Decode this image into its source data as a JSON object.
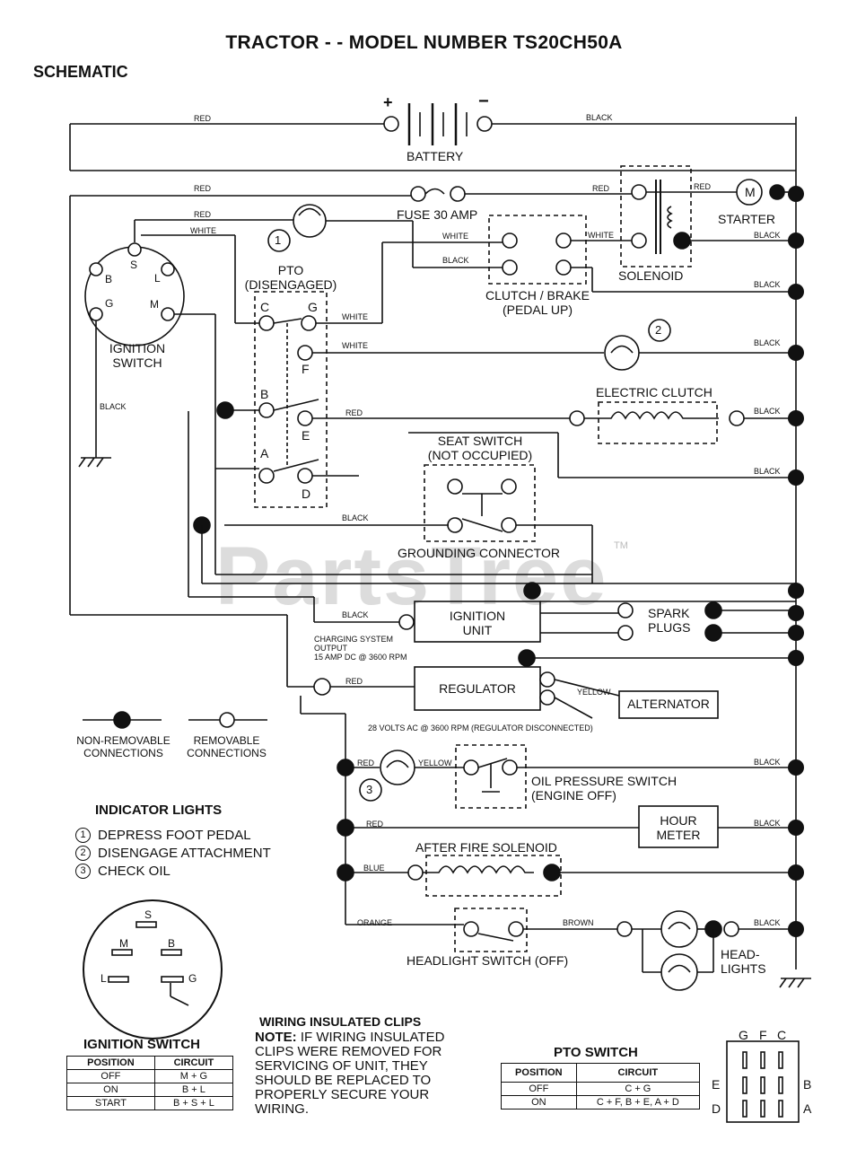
{
  "title": "TRACTOR - - MODEL NUMBER TS20CH50A",
  "section": "SCHEMATIC",
  "watermark": "PartsTree",
  "watermark_tm": "TM",
  "battery": {
    "label": "BATTERY",
    "plus": "+",
    "minus": "−"
  },
  "fuse": "FUSE 30 AMP",
  "starter": {
    "label": "STARTER",
    "symbol": "M"
  },
  "solenoid": "SOLENOID",
  "clutch_brake": {
    "line1": "CLUTCH / BRAKE",
    "line2": "(PEDAL UP)"
  },
  "ignition_switch": {
    "line1": "IGNITION",
    "line2": "SWITCH",
    "terminals": [
      "S",
      "L",
      "B",
      "M",
      "G"
    ]
  },
  "pto": {
    "line1": "PTO",
    "line2": "(DISENGAGED)",
    "terminals": [
      "C",
      "G",
      "F",
      "B",
      "E",
      "A",
      "D"
    ]
  },
  "electric_clutch": "ELECTRIC CLUTCH",
  "seat_switch": {
    "line1": "SEAT SWITCH",
    "line2": "(NOT OCCUPIED)"
  },
  "grounding_connector": "GROUNDING CONNECTOR",
  "ignition_unit": {
    "line1": "IGNITION",
    "line2": "UNIT"
  },
  "spark_plugs": {
    "line1": "SPARK",
    "line2": "PLUGS"
  },
  "charging": {
    "line1": "CHARGING SYSTEM",
    "line2": "OUTPUT",
    "line3": "15 AMP DC @ 3600 RPM"
  },
  "regulator": "REGULATOR",
  "alternator": "ALTERNATOR",
  "ac_note": "28 VOLTS AC @ 3600 RPM (REGULATOR DISCONNECTED)",
  "oil_switch": {
    "line1": "OIL PRESSURE SWITCH",
    "line2": "(ENGINE OFF)"
  },
  "hour_meter": {
    "line1": "HOUR",
    "line2": "METER"
  },
  "after_fire": "AFTER FIRE SOLENOID",
  "headlight_switch": "HEADLIGHT SWITCH (OFF)",
  "headlights": {
    "line1": "HEAD-",
    "line2": "LIGHTS"
  },
  "wire_colors": {
    "red": "RED",
    "black": "BLACK",
    "white": "WHITE",
    "yellow": "YELLOW",
    "blue": "BLUE",
    "orange": "ORANGE",
    "brown": "BROWN"
  },
  "connections_legend": {
    "non_removable": {
      "line1": "NON-REMOVABLE",
      "line2": "CONNECTIONS"
    },
    "removable": {
      "line1": "REMOVABLE",
      "line2": "CONNECTIONS"
    }
  },
  "indicator_lights": {
    "heading": "INDICATOR LIGHTS",
    "items": [
      {
        "num": "1",
        "text": "DEPRESS FOOT PEDAL"
      },
      {
        "num": "2",
        "text": "DISENGAGE ATTACHMENT"
      },
      {
        "num": "3",
        "text": "CHECK OIL"
      }
    ]
  },
  "ignition_table": {
    "heading": "IGNITION SWITCH",
    "columns": [
      "POSITION",
      "CIRCUIT"
    ],
    "rows": [
      [
        "OFF",
        "M + G"
      ],
      [
        "ON",
        "B + L"
      ],
      [
        "START",
        "B + S + L"
      ]
    ]
  },
  "clips_note": {
    "heading": "WIRING INSULATED CLIPS",
    "lead": "NOTE:",
    "line1": " IF WIRING INSULATED",
    "line2": "CLIPS WERE REMOVED FOR",
    "line3": "SERVICING OF UNIT, THEY",
    "line4": "SHOULD BE REPLACED TO",
    "line5": "PROPERLY SECURE YOUR",
    "line6": "WIRING."
  },
  "pto_table": {
    "heading": "PTO SWITCH",
    "columns": [
      "POSITION",
      "CIRCUIT"
    ],
    "rows": [
      [
        "OFF",
        "C + G"
      ],
      [
        "ON",
        "C + F, B + E, A + D"
      ]
    ]
  },
  "pto_diagram": {
    "top": [
      "G",
      "F",
      "C"
    ],
    "left": [
      "E",
      "D"
    ],
    "right": [
      "B",
      "A"
    ]
  }
}
